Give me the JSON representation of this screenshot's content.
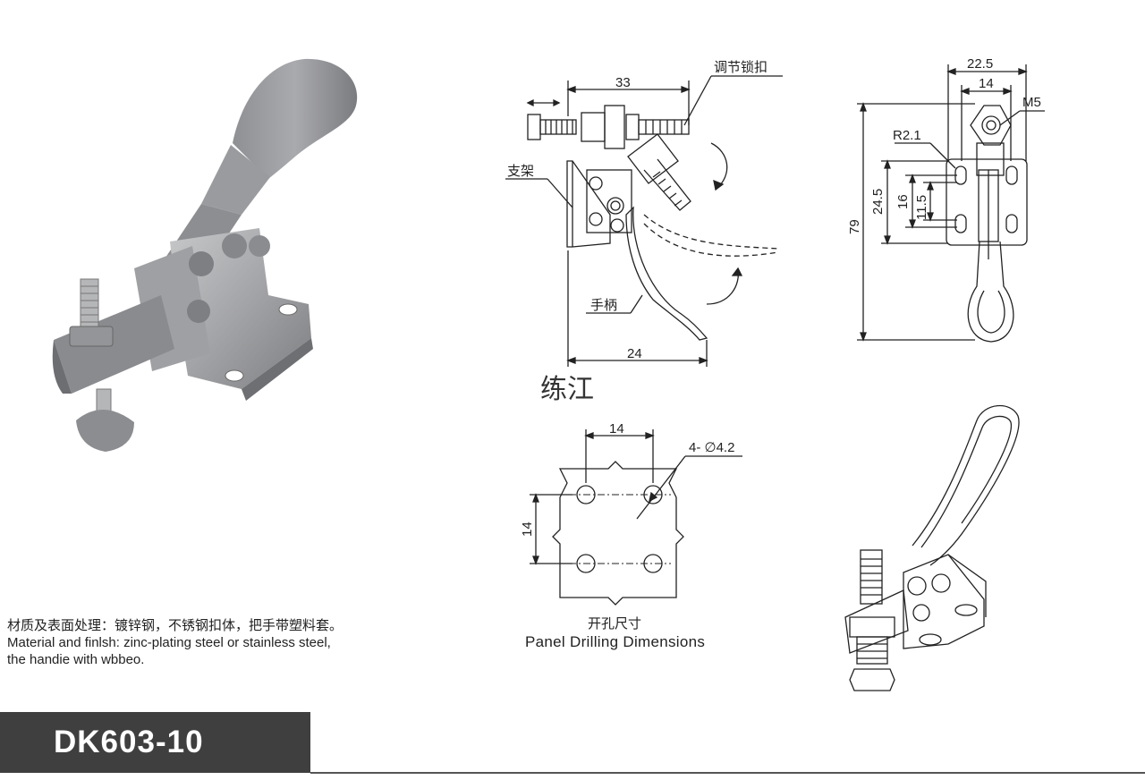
{
  "model": "DK603-10",
  "watermark": "练江",
  "material": {
    "line_cn": "材质及表面处理：镀锌钢，不锈钢扣体，把手带塑料套。",
    "line_en1": "Material and finlsh: zinc-plating steel or stainless steel,",
    "line_en2": "the handie with wbbeo."
  },
  "side_view": {
    "dim_top": "33",
    "dim_bottom": "24",
    "label_adjust": "调节锁扣",
    "label_bracket": "支架",
    "label_handle": "手柄"
  },
  "front_view": {
    "dim_width": "22.5",
    "dim_hole_span": "14",
    "dim_height": "79",
    "dim_a": "24.5",
    "dim_b": "16",
    "dim_c": "11.5",
    "label_radius": "R2.1",
    "label_thread": "M5"
  },
  "drilling": {
    "dim_h": "14",
    "dim_v": "14",
    "hole_label": "4- ∅4.2",
    "caption_cn": "开孔尺寸",
    "caption_en": "Panel Drilling Dimensions"
  },
  "colors": {
    "bar": "#3f3f3f",
    "metal": "#a9aaac",
    "line": "#222222"
  }
}
